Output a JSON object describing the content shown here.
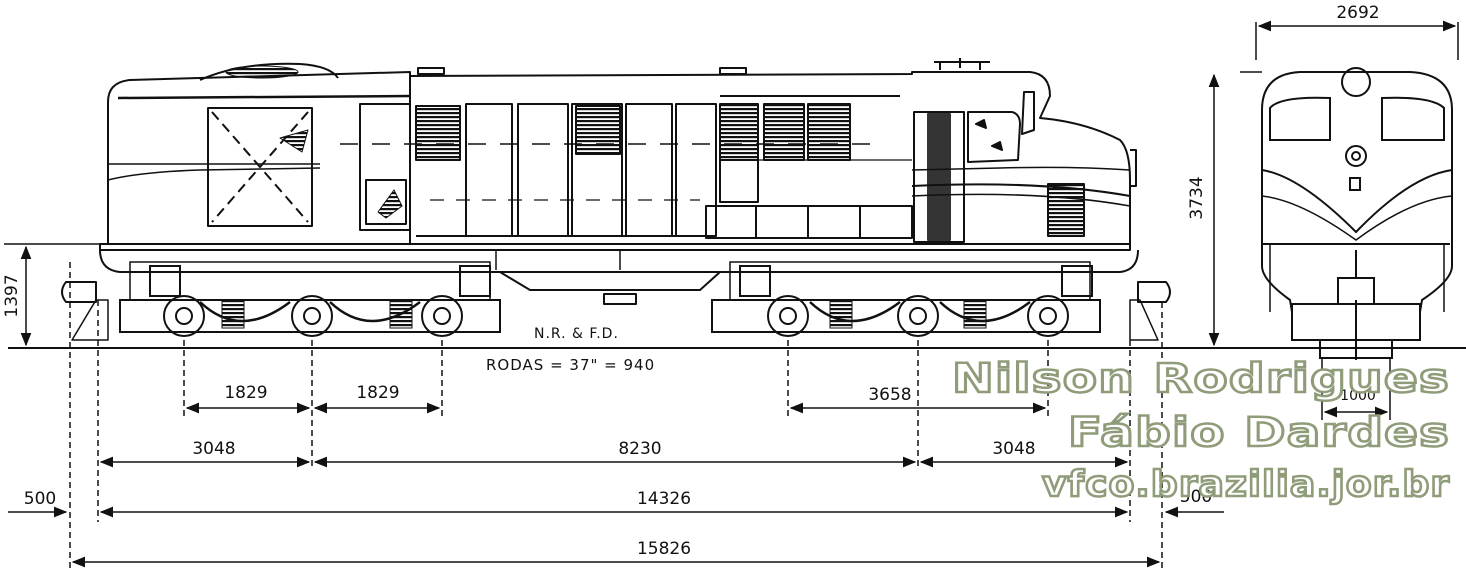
{
  "drawing": {
    "stroke_color": "#111111",
    "watermark_color": "#8f9c7a",
    "markings": {
      "railway": "N.R. & F.D.",
      "wheels": "RODAS = 37\" = 940"
    },
    "dimensions": {
      "height_side": "1397",
      "axle_1829_a": "1829",
      "axle_1829_b": "1829",
      "bogie_3658": "3658",
      "bogie_3048_left": "3048",
      "bogie_centers": "8230",
      "bogie_3048_right": "3048",
      "overhang_left": "500",
      "body_length": "14326",
      "overhang_right": "500",
      "overall_length": "15826",
      "front_width": "2692",
      "front_height": "3734",
      "front_gauge": "1000"
    },
    "watermark": {
      "line1": "Nilson Rodrigues",
      "line2": "Fábio Dardes",
      "line3": "vfco.brazilia.jor.br"
    }
  }
}
